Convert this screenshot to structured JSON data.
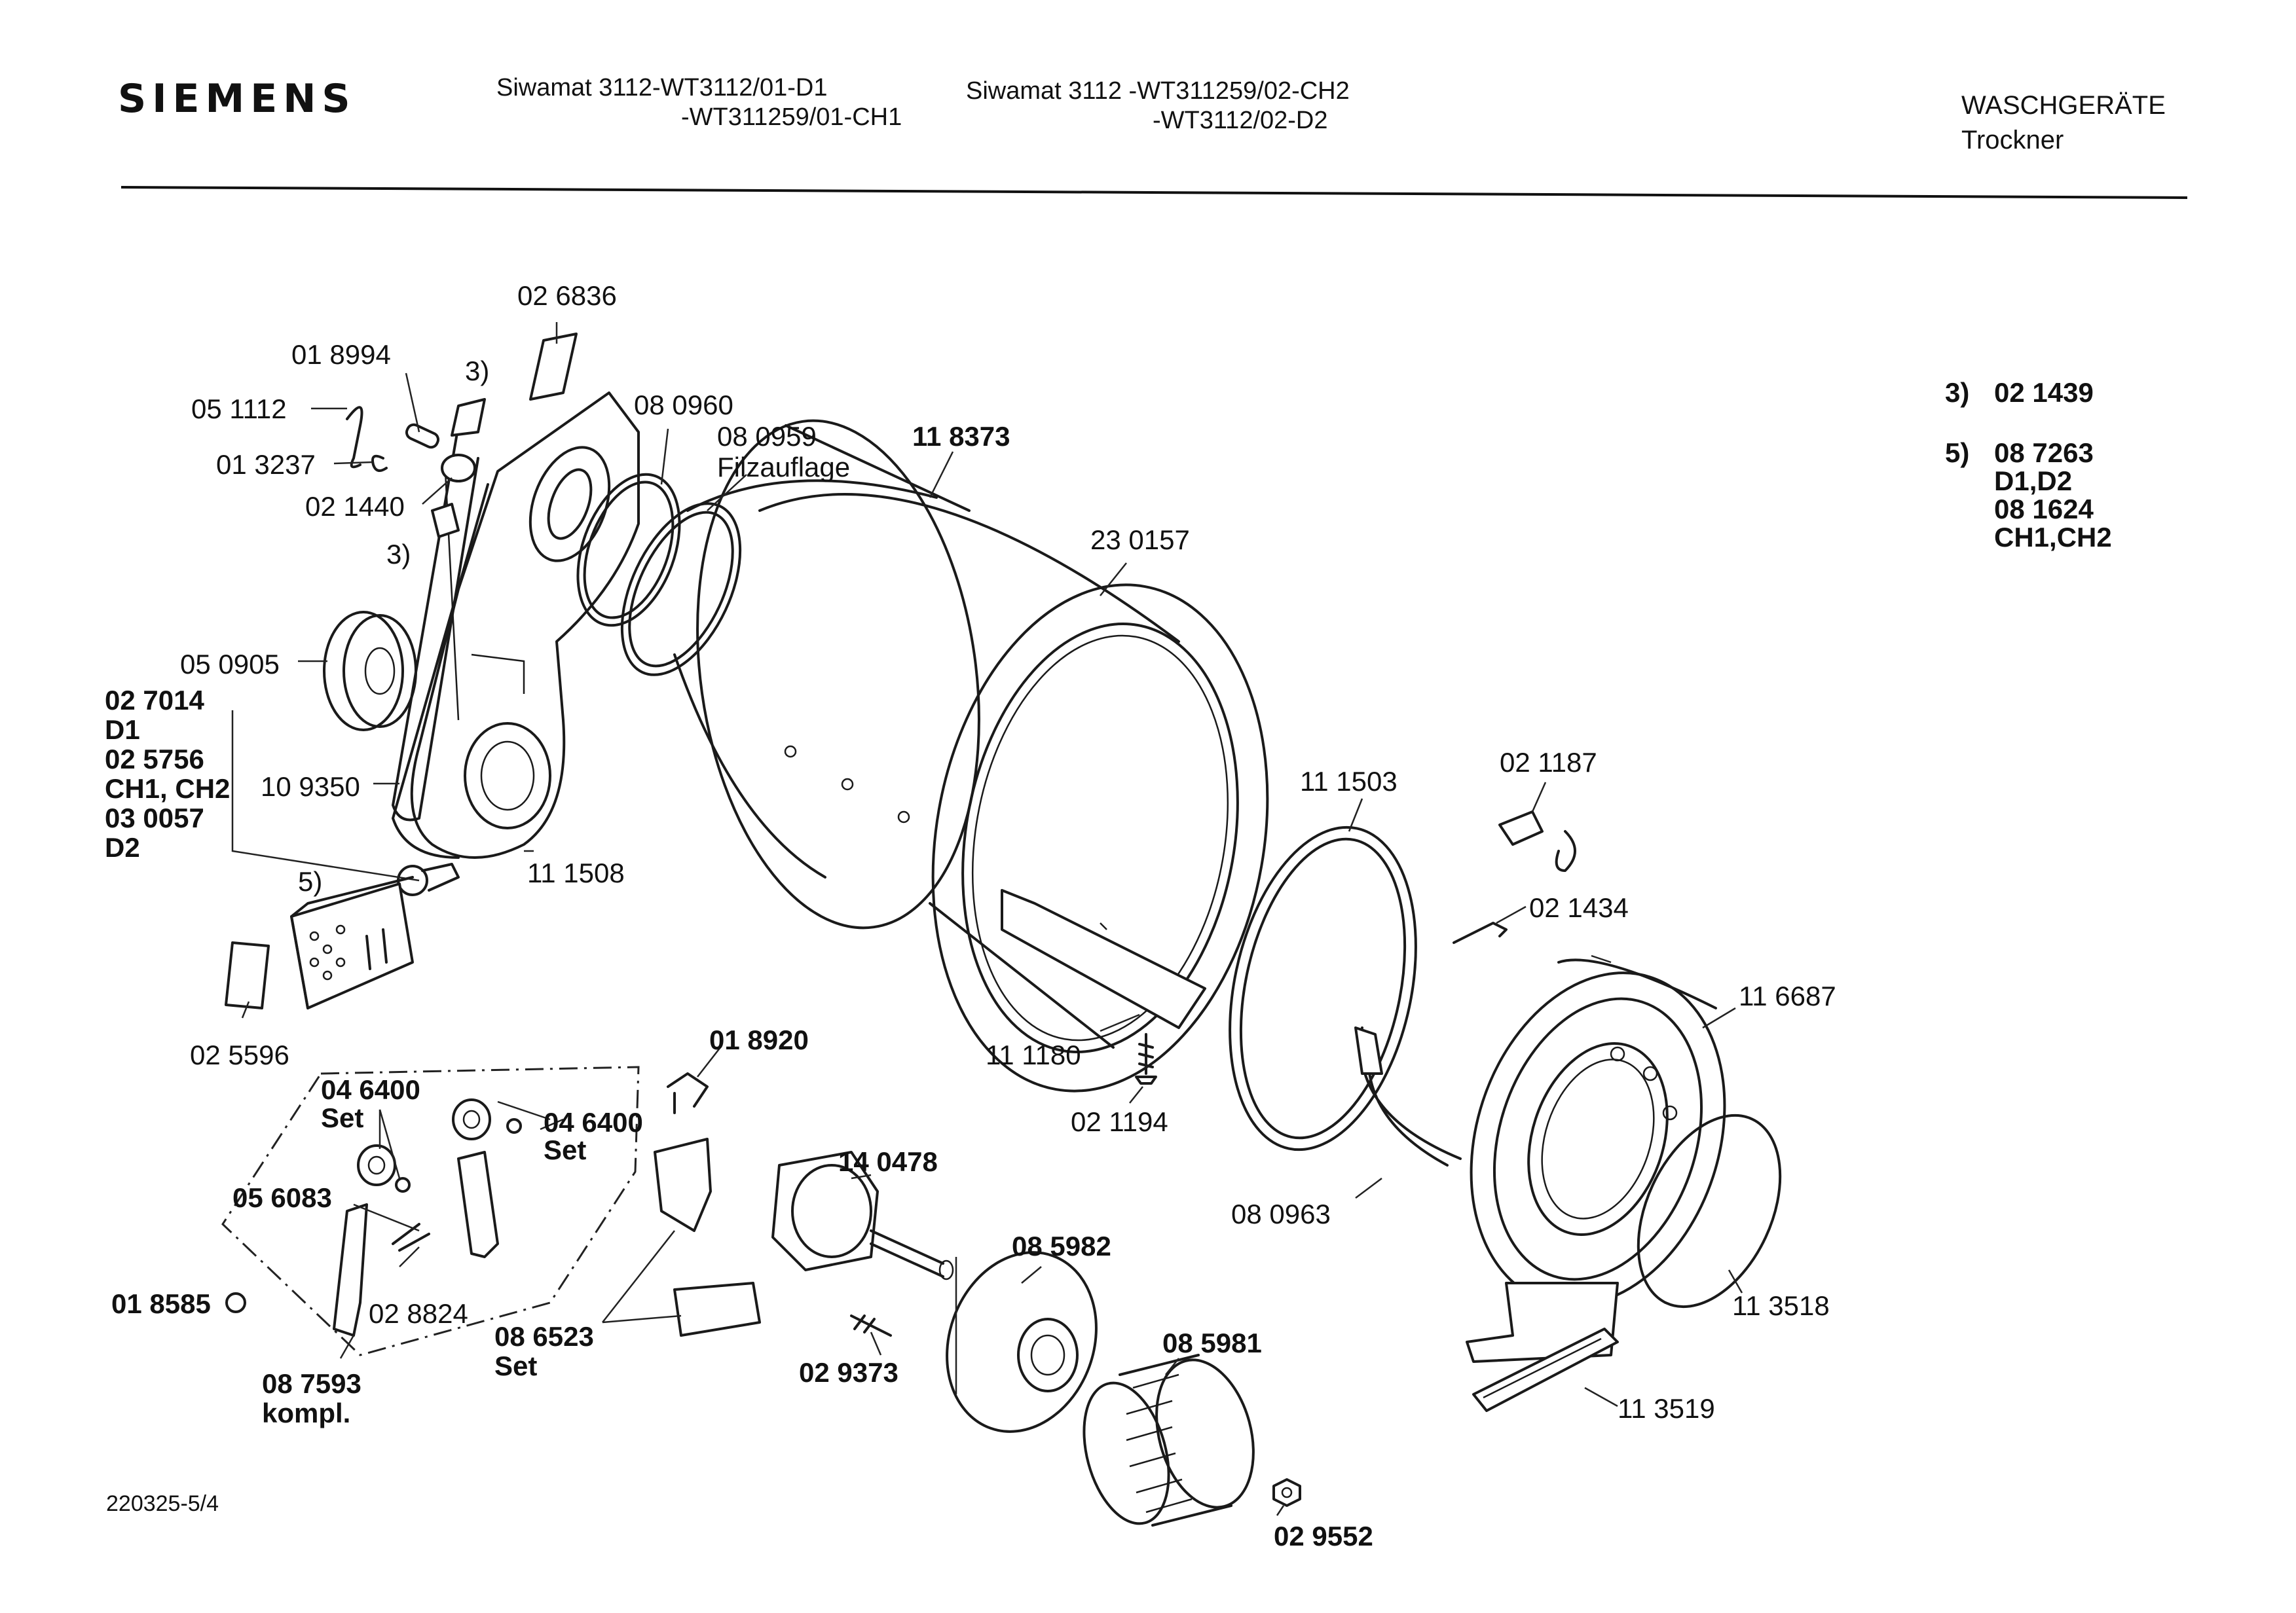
{
  "header": {
    "brand": "SIEMENS",
    "model_left_1": "Siwamat 3112-WT3112/01-D1",
    "model_left_2": "-WT311259/01-CH1",
    "model_right_1": "Siwamat 3112 -WT311259/02-CH2",
    "model_right_2": "-WT3112/02-D2",
    "category": "WASCHGERÄTE",
    "subcategory": "Trockner"
  },
  "footnotes": {
    "n3_ref": "3)",
    "n3_part": "02 1439",
    "n5_ref": "5)",
    "n5_part1": "08 7263",
    "n5_var1": "D1,D2",
    "n5_part2": "08 1624",
    "n5_var2": "CH1,CH2"
  },
  "parts": {
    "p026836": "02 6836",
    "p018994": "01 8994",
    "note3_top": "3)",
    "p051112": "05 1112",
    "p013237": "01 3237",
    "p021440": "02 1440",
    "note3_bottom": "3)",
    "p080960": "08 0960",
    "p080959": "08 0959",
    "filzauflage": "Filzauflage",
    "p118373": "11 8373",
    "p230157": "23 0157",
    "p050905": "05 0905",
    "p027014": "02 7014",
    "v_d1": "D1",
    "p025756": "02 5756",
    "v_ch1ch2": "CH1, CH2",
    "p030057": "03 0057",
    "v_d2": "D2",
    "p109350": "10 9350",
    "p111508": "11 1508",
    "note5": "5)",
    "p025596": "02 5596",
    "p111503": "11 1503",
    "p021187": "02 1187",
    "p021434": "02 1434",
    "p116687": "11 6687",
    "p111180": "11 1180",
    "p021194": "02 1194",
    "p018920": "01 8920",
    "p046400a": "04 6400",
    "set_a": "Set",
    "p046400b": "04 6400",
    "set_b": "Set",
    "p056083": "05 6083",
    "p018585": "01 8585",
    "p028824": "02 8824",
    "p087593": "08 7593",
    "kompl": "kompl.",
    "p086523": "08 6523",
    "set_c": "Set",
    "p140478": "14 0478",
    "p085982": "08 5982",
    "p029373": "02 9373",
    "p085981": "08 5981",
    "p029552": "02 9552",
    "p080963": "08 0963",
    "p113518": "11 3518",
    "p113519": "11 3519"
  },
  "document_number": "220325-5/4"
}
